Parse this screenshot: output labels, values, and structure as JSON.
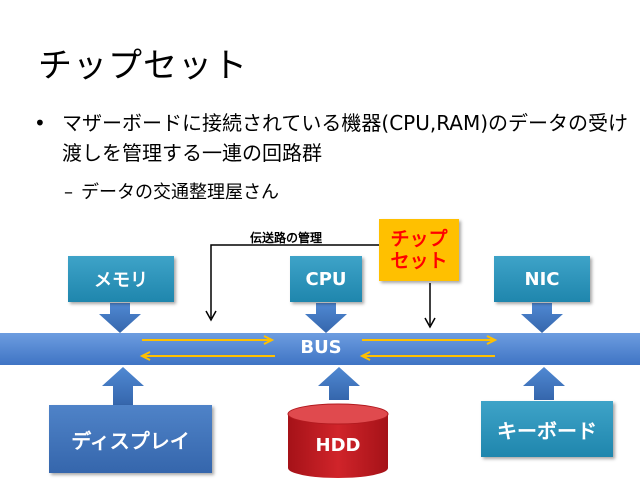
{
  "title": "チップセット",
  "bullet": {
    "marker": "•",
    "text": "マザーボードに接続されている機器(CPU,RAM)のデータの受け渡しを管理する一連の回路群"
  },
  "sub_bullet": {
    "marker": "–",
    "text": "データの交通整理屋さん"
  },
  "diagram": {
    "memory": "メモリ",
    "cpu": "CPU",
    "nic": "NIC",
    "chipset_line1": "チップ",
    "chipset_line2": "セット",
    "bus": "BUS",
    "display": "ディスプレイ",
    "hdd": "HDD",
    "keyboard": "キーボード",
    "bus_note": "伝送路の管理"
  },
  "colors": {
    "teal_box": "#2a93bb",
    "blue_box": "#3d6fb5",
    "chipset_fill": "#ffc000",
    "chipset_text": "#ff0000",
    "hdd_fill": "#c0181e",
    "bus_fill": "#4f83d0",
    "flow_arrow": "#ffc000"
  }
}
